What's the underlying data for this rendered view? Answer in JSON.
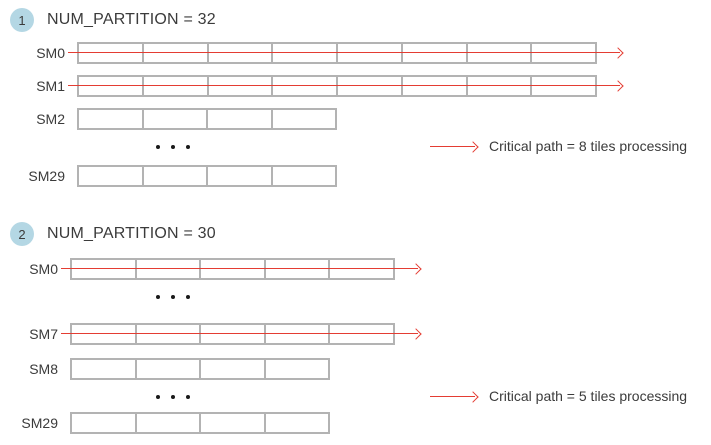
{
  "colors": {
    "arrow_red": "#e43d33",
    "bar_border_gray": "#b3b3b3",
    "badge_blue": "#b4d7e4",
    "text_dark": "#3b3b3b",
    "dots_black": "#1a1a1a",
    "background": "#ffffff"
  },
  "sections": [
    {
      "badge": "1",
      "title": "NUM_PARTITION = 32",
      "rows": [
        {
          "label": "SM0",
          "tiles": 8,
          "arrow": true
        },
        {
          "label": "SM1",
          "tiles": 8,
          "arrow": true
        },
        {
          "label": "SM2",
          "tiles": 4,
          "arrow": false
        },
        {
          "dots": true
        },
        {
          "label": "SM29",
          "tiles": 4,
          "arrow": false
        }
      ],
      "legend": {
        "label": "Critical path = 8 tiles processing"
      }
    },
    {
      "badge": "2",
      "title": "NUM_PARTITION = 30",
      "rows": [
        {
          "label": "SM0",
          "tiles": 5,
          "arrow": true
        },
        {
          "dots": true
        },
        {
          "label": "SM7",
          "tiles": 5,
          "arrow": true
        },
        {
          "label": "SM8",
          "tiles": 4,
          "arrow": false
        },
        {
          "dots": true
        },
        {
          "label": "SM29",
          "tiles": 4,
          "arrow": false
        }
      ],
      "legend": {
        "label": "Critical path = 5 tiles processing"
      }
    }
  ]
}
